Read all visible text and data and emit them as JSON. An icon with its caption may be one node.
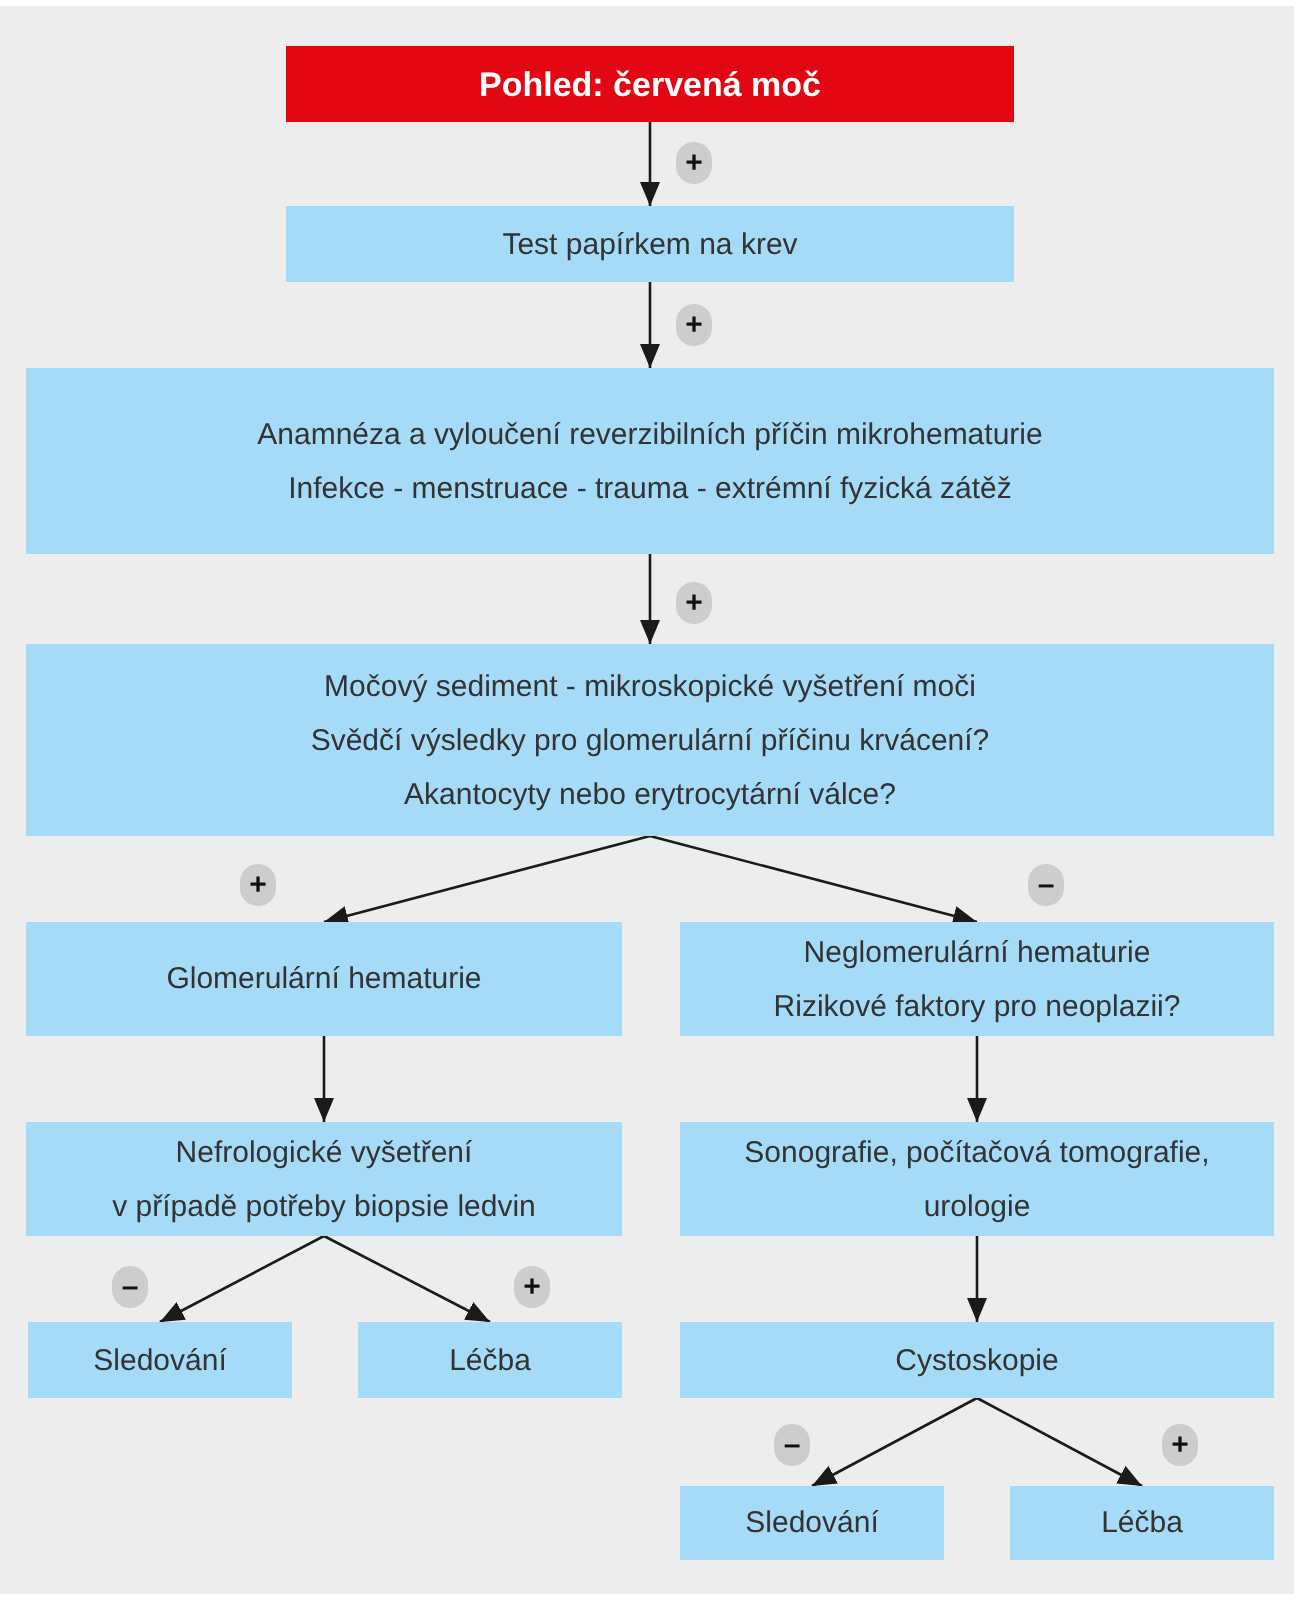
{
  "diagram": {
    "nodes": [
      {
        "text": [
          "Pohled: červená moč"
        ]
      },
      {
        "text": [
          "Test papírkem na krev"
        ]
      },
      {
        "text": [
          "Anamnéza a vyloučení reverzibilních příčin mikrohematurie",
          "Infekce - menstruace - trauma - extrémní fyzická zátěž"
        ]
      },
      {
        "text": [
          "Močový sediment - mikroskopické vyšetření moči",
          "Svědčí výsledky pro glomerulární příčinu krvácení?",
          "Akantocyty nebo erytrocytární válce?"
        ]
      },
      {
        "text": [
          "Glomerulární hematurie"
        ]
      },
      {
        "text": [
          "Neglomerulární hematurie",
          "Rizikové faktory pro neoplazii?"
        ]
      },
      {
        "text": [
          "Nefrologické vyšetření",
          "v případě potřeby biopsie ledvin"
        ]
      },
      {
        "text": [
          "Sonografie, počítačová tomografie, urologie"
        ]
      },
      {
        "text": [
          "Sledování"
        ]
      },
      {
        "text": [
          "Léčba"
        ]
      },
      {
        "text": [
          "Cystoskopie"
        ]
      },
      {
        "text": [
          "Sledování"
        ]
      },
      {
        "text": [
          "Léčba"
        ]
      }
    ],
    "edges": [
      {
        "from": 0,
        "to": 1,
        "arrow": "to",
        "label": "+"
      },
      {
        "from": 1,
        "to": 2,
        "arrow": "to",
        "label": "+"
      },
      {
        "from": 2,
        "to": 3,
        "arrow": "to",
        "label": "+"
      },
      {
        "from": 3,
        "to": 4,
        "arrow": "to",
        "label": "+"
      },
      {
        "from": 3,
        "to": 5,
        "arrow": "to",
        "label": "–"
      },
      {
        "from": 4,
        "to": 6,
        "arrow": "to"
      },
      {
        "from": 5,
        "to": 7,
        "arrow": "to"
      },
      {
        "from": 6,
        "to": 8,
        "arrow": "to",
        "label": "–"
      },
      {
        "from": 6,
        "to": 9,
        "arrow": "to",
        "label": "+"
      },
      {
        "from": 7,
        "to": 10,
        "arrow": "to"
      },
      {
        "from": 10,
        "to": 11,
        "arrow": "to",
        "label": "–"
      },
      {
        "from": 10,
        "to": 12,
        "arrow": "to",
        "label": "+"
      }
    ]
  }
}
